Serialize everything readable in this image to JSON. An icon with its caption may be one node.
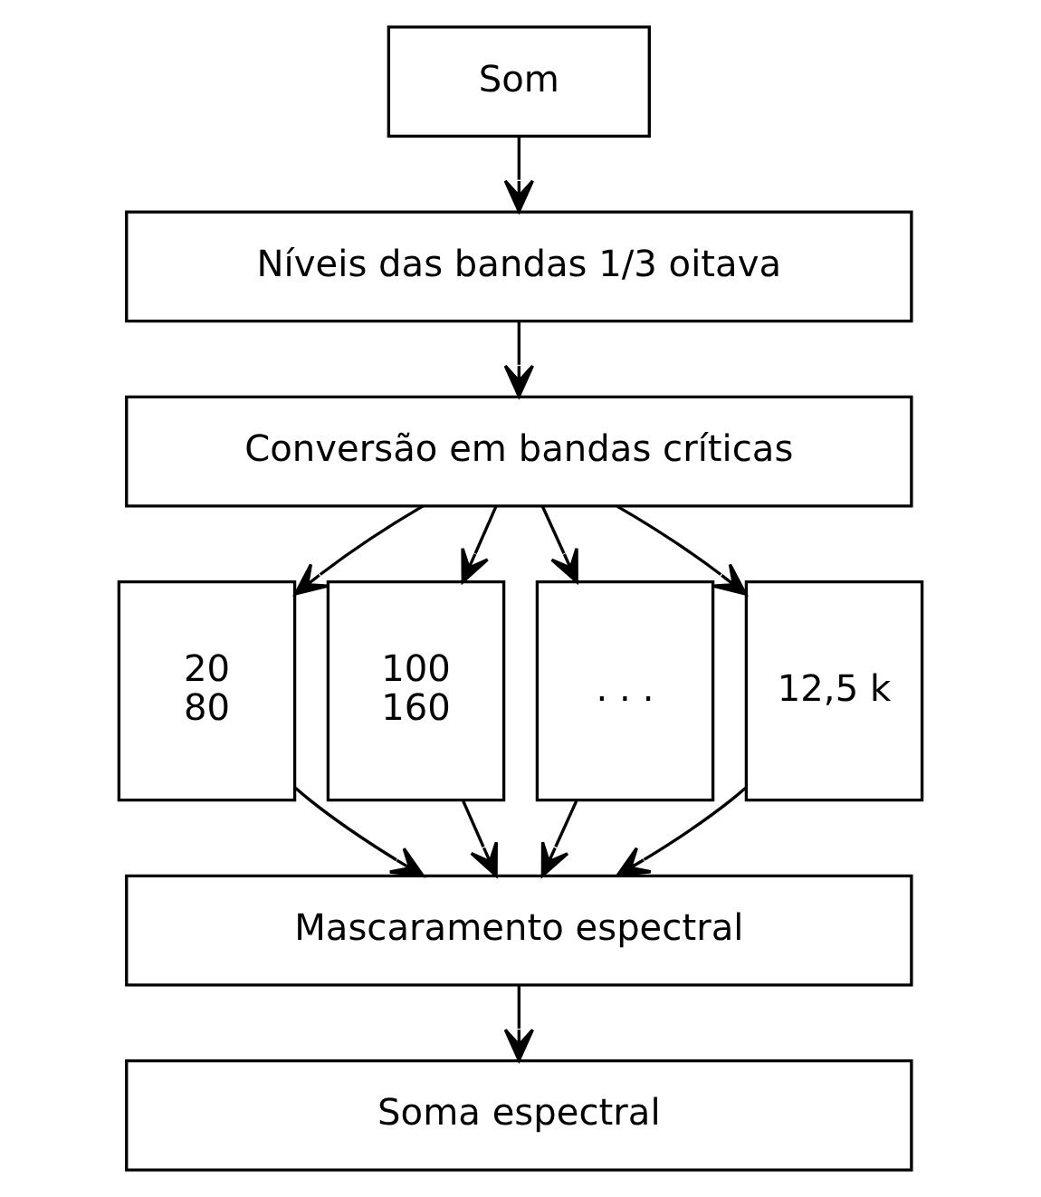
{
  "diagram": {
    "nodes": [
      {
        "text": [
          "Som"
        ]
      },
      {
        "text": [
          "Níveis das bandas 1/3 oitava"
        ]
      },
      {
        "text": [
          "Conversão em bandas críticas"
        ]
      },
      {
        "text": [
          "20",
          "80"
        ]
      },
      {
        "text": [
          "100",
          "160"
        ]
      },
      {
        "text": [
          ". . ."
        ]
      },
      {
        "text": [
          "12,5 k"
        ]
      },
      {
        "text": [
          "Mascaramento espectral"
        ]
      },
      {
        "text": [
          "Soma espectral"
        ]
      }
    ],
    "edges": [
      {
        "from": 0,
        "to": 1,
        "arrow": "to"
      },
      {
        "from": 1,
        "to": 2,
        "arrow": "to"
      },
      {
        "from": 2,
        "to": 3,
        "arrow": "to"
      },
      {
        "from": 2,
        "to": 4,
        "arrow": "to"
      },
      {
        "from": 2,
        "to": 5,
        "arrow": "to"
      },
      {
        "from": 2,
        "to": 6,
        "arrow": "to"
      },
      {
        "from": 3,
        "to": 7,
        "arrow": "to"
      },
      {
        "from": 4,
        "to": 7,
        "arrow": "to"
      },
      {
        "from": 5,
        "to": 7,
        "arrow": "to"
      },
      {
        "from": 6,
        "to": 7,
        "arrow": "to"
      },
      {
        "from": 7,
        "to": 8,
        "arrow": "to"
      }
    ]
  }
}
